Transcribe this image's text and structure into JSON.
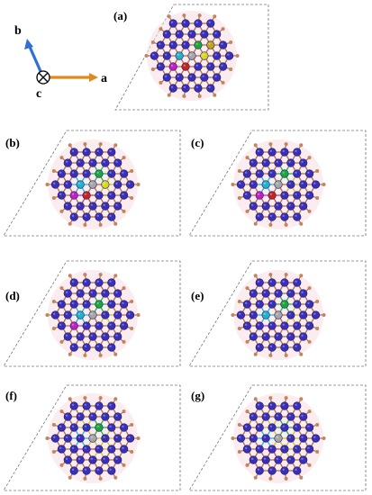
{
  "axes": {
    "a_label": "a",
    "b_label": "b",
    "c_label": "c",
    "a_color": "#e08a1e",
    "b_color": "#2f6fd6"
  },
  "panels": [
    {
      "id": "a",
      "label": "(a)",
      "colored_atoms": [
        "green",
        "gold",
        "cyan",
        "gray",
        "yellow",
        "magenta",
        "red"
      ],
      "bond_coloring": "none"
    },
    {
      "id": "b",
      "label": "(b)",
      "colored_atoms": [
        "green",
        "cyan",
        "gray",
        "yellow",
        "magenta",
        "red"
      ],
      "bond_coloring": "partial"
    },
    {
      "id": "c",
      "label": "(c)",
      "colored_atoms": [
        "green",
        "cyan",
        "gray",
        "magenta",
        "red"
      ],
      "bond_coloring": "partial"
    },
    {
      "id": "d",
      "label": "(d)",
      "colored_atoms": [
        "green",
        "cyan",
        "gray",
        "magenta"
      ],
      "bond_coloring": "partial"
    },
    {
      "id": "e",
      "label": "(e)",
      "colored_atoms": [
        "green",
        "cyan",
        "gray"
      ],
      "bond_coloring": "partial"
    },
    {
      "id": "f",
      "label": "(f)",
      "colored_atoms": [
        "green",
        "gray"
      ],
      "bond_coloring": "full"
    },
    {
      "id": "g",
      "label": "(g)",
      "colored_atoms": [
        "gray"
      ],
      "bond_coloring": "full"
    }
  ],
  "colors": {
    "atom_main": "#3a2fb8",
    "atom_edge": "#c08560",
    "bond": "#b5733f",
    "background_glow": "#f7dde2",
    "green": "#1aa83a",
    "gold": "#c5a019",
    "cyan": "#21b3c9",
    "gray": "#a7a7a7",
    "yellow": "#d8d824",
    "magenta": "#c21ec2",
    "red": "#c2261e",
    "bond_green": "#2cb24a",
    "bond_yellow": "#c7c52a",
    "bond_cyan": "#27b7cf",
    "bond_magenta": "#c131c1",
    "bond_red": "#c44a3b"
  }
}
